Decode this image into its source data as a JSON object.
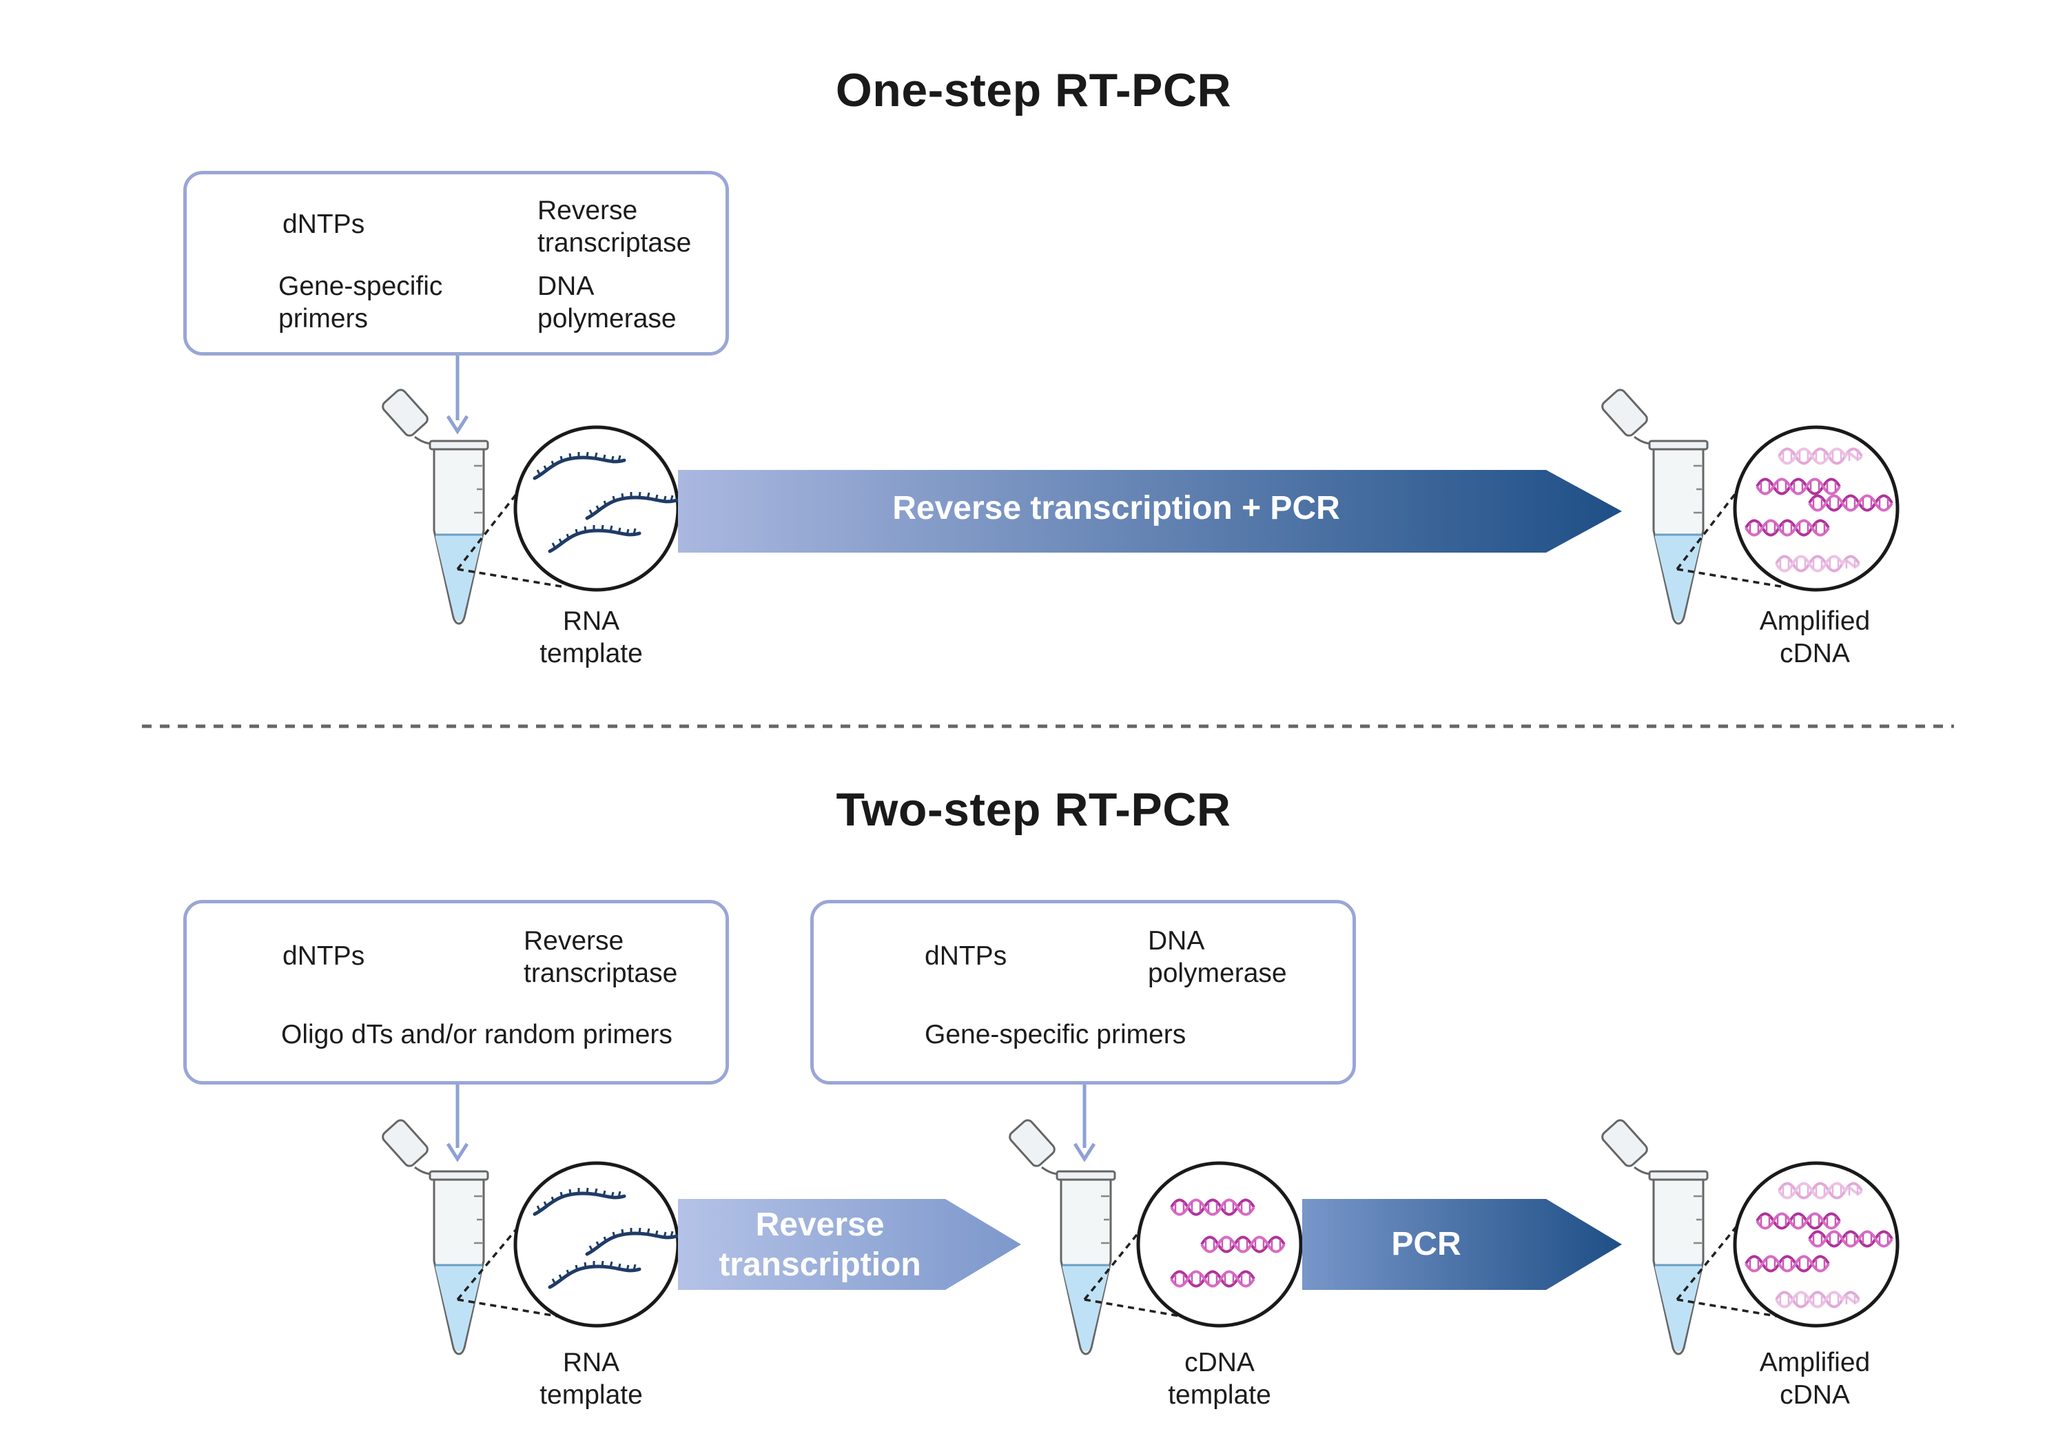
{
  "one_step": {
    "title": "One-step RT-PCR",
    "reagents": {
      "dntps": "dNTPs",
      "rt_line1": "Reverse",
      "rt_line2": "transcriptase",
      "primers_line1": "Gene-specific",
      "primers_line2": "primers",
      "pol_line1": "DNA",
      "pol_line2": "polymerase"
    },
    "arrow_label": "Reverse transcription + PCR",
    "rna_line1": "RNA",
    "rna_line2": "template",
    "out_line1": "Amplified",
    "out_line2": "cDNA"
  },
  "two_step": {
    "title": "Two-step RT-PCR",
    "box1": {
      "dntps": "dNTPs",
      "rt_line1": "Reverse",
      "rt_line2": "transcriptase",
      "primers": "Oligo dTs and/or random primers"
    },
    "box2": {
      "dntps": "dNTPs",
      "pol_line1": "DNA",
      "pol_line2": "polymerase",
      "primers": "Gene-specific primers"
    },
    "arrow1_line1": "Reverse",
    "arrow1_line2": "transcription",
    "arrow2_label": "PCR",
    "rna_line1": "RNA",
    "rna_line2": "template",
    "cdna_line1": "cDNA",
    "cdna_line2": "template",
    "out_line1": "Amplified",
    "out_line2": "cDNA"
  },
  "colors": {
    "box_border": "#9aa6d6",
    "arrow_light": "#aab8e0",
    "arrow_dark": "#1e4f86",
    "dntp": "#c238a8",
    "gene_primer": "#2fbf2f",
    "oligo_primer": "#e8841e",
    "reverse_transcriptase": "#6fbcc4",
    "dna_polymerase": "#c8c4ec",
    "rna_strand": "#1f3b66",
    "dna_helix": "#b0329b",
    "tube_liquid": "#bfe1f5"
  },
  "icons": [
    "dntp-icon",
    "gene-specific-primer-icon",
    "oligo-primer-icon",
    "reverse-transcriptase-icon",
    "dna-polymerase-icon",
    "microcentrifuge-tube-icon",
    "rna-strand-icon",
    "dna-helix-icon"
  ]
}
